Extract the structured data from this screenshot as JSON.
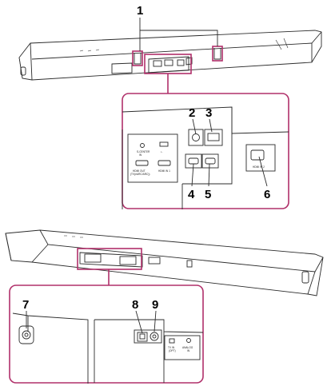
{
  "callouts": [
    "1",
    "2",
    "3",
    "4",
    "5",
    "6",
    "7",
    "8",
    "9"
  ],
  "port_labels": {
    "s_center_in": "S-CENTER\nIN",
    "usb": "⇠",
    "hdmi_out": "HDMI OUT\n(TV(eARC/ARC))",
    "hdmi_in1": "HDMI IN 1",
    "hdmi_in2": "HDMI IN 2",
    "tv_in": "TV IN\n(OPT)",
    "analog_in": "ANALOG\nIN"
  },
  "colors": {
    "highlight": "#b0306a",
    "line": "#2b2b2b",
    "background": "#ffffff"
  },
  "icons": [
    "soundbar-rear-view",
    "soundbar-front-view"
  ]
}
